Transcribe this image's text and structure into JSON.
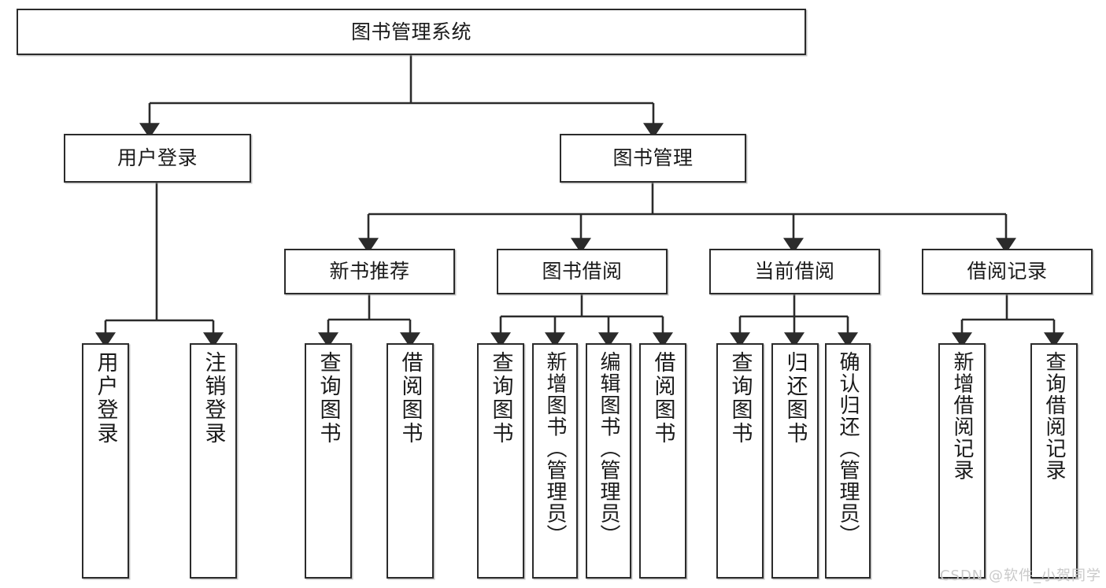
{
  "diagram": {
    "title": "图书管理系统",
    "type": "hierarchy-tree",
    "levels": 4,
    "root": {
      "label": "图书管理系统"
    },
    "level2": [
      {
        "label": "用户登录"
      },
      {
        "label": "图书管理"
      }
    ],
    "level3": [
      {
        "label": "新书推荐",
        "parent": "图书管理"
      },
      {
        "label": "图书借阅",
        "parent": "图书管理"
      },
      {
        "label": "当前借阅",
        "parent": "图书管理"
      },
      {
        "label": "借阅记录",
        "parent": "图书管理"
      }
    ],
    "leaves": [
      {
        "label": "用户登录",
        "parent": "用户登录"
      },
      {
        "label": "注销登录",
        "parent": "用户登录"
      },
      {
        "label": "查询图书",
        "parent": "新书推荐"
      },
      {
        "label": "借阅图书",
        "parent": "新书推荐"
      },
      {
        "label": "查询图书",
        "parent": "图书借阅"
      },
      {
        "label": "新增图书（管理员）",
        "parent": "图书借阅"
      },
      {
        "label": "编辑图书（管理员）",
        "parent": "图书借阅"
      },
      {
        "label": "借阅图书",
        "parent": "图书借阅"
      },
      {
        "label": "查询图书",
        "parent": "当前借阅"
      },
      {
        "label": "归还图书",
        "parent": "当前借阅"
      },
      {
        "label": "确认归还（管理员）",
        "parent": "当前借阅"
      },
      {
        "label": "新增借阅记录",
        "parent": "借阅记录"
      },
      {
        "label": "查询借阅记录",
        "parent": "借阅记录"
      }
    ]
  },
  "watermark": {
    "text": "CSDN @软件_小贺同学"
  },
  "colors": {
    "stroke": "#2b2b2b",
    "fill": "#ffffff",
    "text": "#1a1a1a",
    "watermark": "#c9c9c9",
    "shadow": "#969696"
  }
}
